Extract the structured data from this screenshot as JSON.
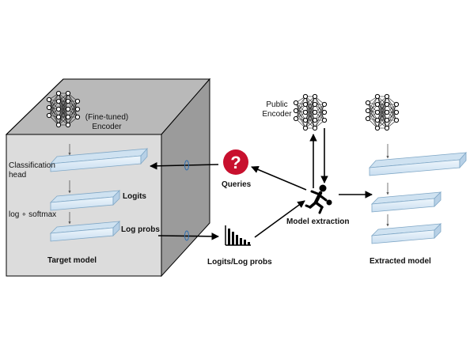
{
  "target": {
    "encoder_label_line1": "(Fine-tuned)",
    "encoder_label_line2": "Encoder",
    "classification_head_line1": "Classification",
    "classification_head_line2": "head",
    "logits_label": "Logits",
    "softmax_label": "log ∘ softmax",
    "log_probs_label": "Log probs",
    "title": "Target model"
  },
  "queries_label": "Queries",
  "outputs_label": "Logits/Log probs",
  "public_encoder_line1": "Public",
  "public_encoder_line2": "Encoder",
  "model_extraction_label": "Model extraction",
  "extracted_model_label": "Extracted model",
  "colors": {
    "cube_front": "#dcdcdc",
    "cube_top": "#b9b9b9",
    "cube_side": "#9b9b9b",
    "bar_face": "#dcecf6",
    "bar_edge": "#8cb1cc",
    "queries_icon": "#c8102e",
    "stroke": "#000000"
  },
  "icons": {
    "queries": "question-mark-icon",
    "outputs": "bar-chart-icon",
    "attacker": "running-person-icon",
    "encoder": "neural-network-icon"
  }
}
